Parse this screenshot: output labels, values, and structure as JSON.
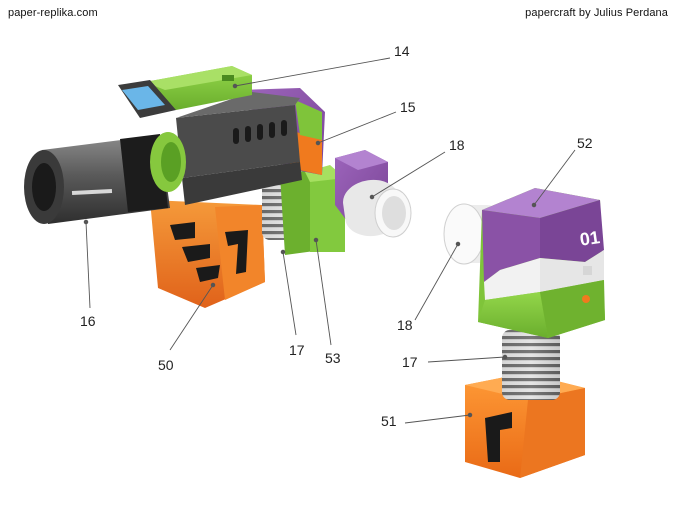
{
  "header": {
    "site": "paper-replika.com",
    "credit": "papercraft by Julius Perdana"
  },
  "callouts": [
    {
      "id": "14",
      "label": "14"
    },
    {
      "id": "15",
      "label": "15"
    },
    {
      "id": "18a",
      "label": "18"
    },
    {
      "id": "52",
      "label": "52"
    },
    {
      "id": "16",
      "label": "16"
    },
    {
      "id": "50",
      "label": "50"
    },
    {
      "id": "17a",
      "label": "17"
    },
    {
      "id": "53",
      "label": "53"
    },
    {
      "id": "18b",
      "label": "18"
    },
    {
      "id": "17b",
      "label": "17"
    },
    {
      "id": "51",
      "label": "51"
    }
  ],
  "decal": {
    "text": "01"
  },
  "colors": {
    "green": "#7fc43a",
    "purple": "#8a52a6",
    "orange": "#f07a1e",
    "dark_gray": "#4a4a4a",
    "black": "#1a1a1a",
    "white": "#f4f4f4"
  }
}
